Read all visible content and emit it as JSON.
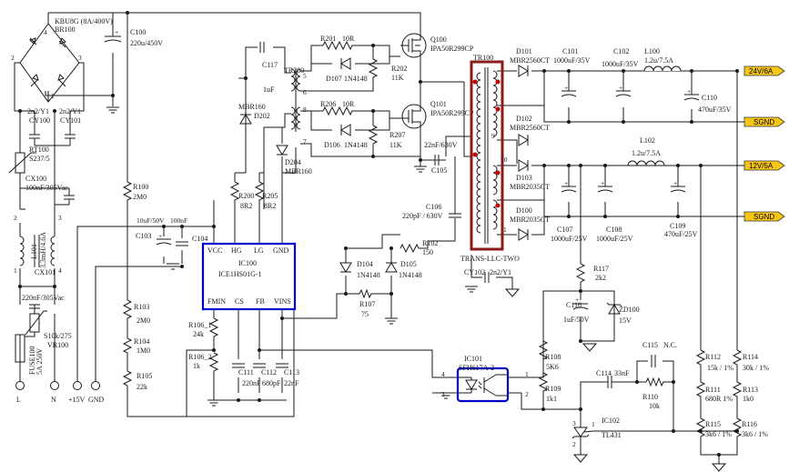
{
  "components": {
    "br100": {
      "ref": "KBU8G (8A/400V)",
      "name": "BR100",
      "pin4": "4",
      "pin2": "2",
      "pin3": "3",
      "pin1": "1"
    },
    "c100": {
      "ref": "C100",
      "value": "220u/450V"
    },
    "cy100": {
      "value": "2n2/Y1",
      "ref": "CY100"
    },
    "cy101": {
      "value": "2n2/Y1",
      "ref": "CY101"
    },
    "rt100": {
      "ref": "RT100",
      "value": "S237/5"
    },
    "cx100": {
      "ref": "CX100",
      "value": "100nF/305Vac"
    },
    "l101": {
      "ref": "L101",
      "value": "3.3mH/4.6A",
      "p2": "2",
      "p3": "3",
      "p1": "1",
      "p4": "4"
    },
    "cx101": {
      "ref": "CX101",
      "value": "220nF/305Vac"
    },
    "vr100": {
      "ref": "VR100",
      "value": "S10k/275"
    },
    "fuse100": {
      "ref": "FUSE100",
      "value": "5A 250V"
    },
    "r100": {
      "ref": "R100",
      "value": "2M0"
    },
    "r103": {
      "ref": "R103",
      "value": "2M0"
    },
    "r104": {
      "ref": "R104",
      "value": "1M0"
    },
    "r105": {
      "ref": "R105",
      "value": "22k"
    },
    "c103": {
      "ref": "C103",
      "value": "10uF/50V"
    },
    "c104": {
      "ref": "C104",
      "value": "100nF"
    },
    "c117": {
      "ref": "C117",
      "value": "1uF"
    },
    "tr200": {
      "ref": "TR200",
      "p5": "5",
      "p6": "6",
      "p8": "8",
      "p7": "7"
    },
    "mbr160": {
      "ref": "MBR160"
    },
    "d202": {
      "ref": "D202"
    },
    "d204": {
      "ref": "D204",
      "value": "MBR160"
    },
    "r200": {
      "ref": "R200",
      "value": "8R2"
    },
    "r205": {
      "ref": "R205",
      "value": "8R2"
    },
    "r201": {
      "ref": "R201",
      "value": "10R"
    },
    "d107": {
      "ref": "D107",
      "value": "1N4148"
    },
    "r202": {
      "ref": "R202",
      "value": "11K"
    },
    "r206": {
      "ref": "R206",
      "value": "10R"
    },
    "d106": {
      "ref": "D106",
      "value": "1N4148"
    },
    "r207": {
      "ref": "R207",
      "value": "11K"
    },
    "q100": {
      "ref": "Q100",
      "value": "IPA50R299CP"
    },
    "q101": {
      "ref": "Q101",
      "value": "IPA50R299CP"
    },
    "c105": {
      "ref": "C105",
      "value": "22nF/630V"
    },
    "c106": {
      "ref": "C106",
      "value": "220pF / 630V"
    },
    "ic100": {
      "ref": "IC100",
      "part": "ICE1HS01G-1",
      "vcc": "VCC",
      "hg": "HG",
      "lg": "LG",
      "gnd": "GND",
      "fmin": "FMIN",
      "cs": "CS",
      "fb": "FB",
      "vins": "VINS"
    },
    "d104": {
      "ref": "D104",
      "value": "1N4148"
    },
    "d105": {
      "ref": "D105",
      "value": "1N4148"
    },
    "r102": {
      "ref": "R102",
      "value": "150"
    },
    "r107": {
      "ref": "R107",
      "value": "75"
    },
    "r106_1": {
      "ref": "R106_1",
      "value": "24k"
    },
    "r106_2": {
      "ref": "R106_2",
      "value": "1k"
    },
    "c111": {
      "ref": "C111",
      "value": "220nF"
    },
    "c112": {
      "ref": "C112",
      "value": "680pF"
    },
    "c113": {
      "ref": "C113",
      "value": "22nF"
    },
    "tr100": {
      "ref": "TR100",
      "name": "TRANS-LLC-TWO",
      "p9": "9",
      "p10": "10",
      "p1": "1"
    },
    "d101": {
      "ref": "D101",
      "value": "MBR2560CT"
    },
    "d102": {
      "ref": "D102",
      "value": "MBR2560CT"
    },
    "d103": {
      "ref": "D103",
      "value": "MBR2035CT"
    },
    "d100": {
      "ref": "D100",
      "value": "MBR2035CT"
    },
    "c101": {
      "ref": "C101",
      "value": "1000uF/35V"
    },
    "c102": {
      "ref": "C102",
      "value": "1000uF/35V"
    },
    "l100": {
      "ref": "L100",
      "value": "1.2u/7.5A"
    },
    "c110": {
      "ref": "C110",
      "value": "470uF/35V"
    },
    "l102": {
      "ref": "L102",
      "value": "1.2u/7.5A"
    },
    "c107": {
      "ref": "C107",
      "value": "1000uF/25V"
    },
    "c108": {
      "ref": "C108",
      "value": "1000uF/25V"
    },
    "c109": {
      "ref": "C109",
      "value": "470uF/25V"
    },
    "cy102": {
      "ref": "CY102",
      "value": "2n2/Y1"
    },
    "r117": {
      "ref": "R117",
      "value": "2k2"
    },
    "c116": {
      "ref": "C116",
      "value": "1uF/50V"
    },
    "zd100": {
      "ref": "ZD100",
      "value": "15V"
    },
    "ic101": {
      "ref": "IC101",
      "part": "SFH617A-2",
      "p4": "4",
      "p3": "3",
      "p1": "1",
      "p2": "2"
    },
    "r108": {
      "ref": "R108",
      "value": "5K6"
    },
    "r109": {
      "ref": "R109",
      "value": "1k1"
    },
    "c114": {
      "ref": "C114",
      "value": "33nF"
    },
    "c115": {
      "ref": "C115",
      "value": "N.C."
    },
    "r110": {
      "ref": "R110",
      "value": "10k"
    },
    "ic102": {
      "ref": "IC102",
      "part": "TL431",
      "p1": "1",
      "p3": "3",
      "p2": "2"
    },
    "r112": {
      "ref": "R112",
      "value": "15k / 1%"
    },
    "r111": {
      "ref": "R111",
      "value": "680R 1%"
    },
    "r114": {
      "ref": "R114",
      "value": "30k / 1%"
    },
    "r113": {
      "ref": "R113",
      "value": "1k0"
    },
    "r115": {
      "ref": "R115",
      "value": "3k6 / 1%"
    },
    "r116": {
      "ref": "R116",
      "value": "3k6 / 1%"
    }
  },
  "terminals": {
    "l": "L",
    "n": "N",
    "p15v": "+15V",
    "gnd": "GND"
  },
  "outputs": {
    "out24": "24V/6A",
    "sgnd1": "SGND",
    "out12": "12V/5A",
    "sgnd2": "SGND"
  },
  "colors": {
    "wire": "#1a1a1a",
    "ic_body": "#0000cc",
    "transformer_box": "#8b1a1a",
    "output_label_fill": "#f5c518",
    "winding_dot": "#cc0000"
  }
}
